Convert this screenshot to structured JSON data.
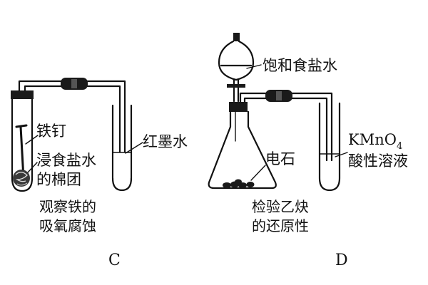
{
  "setup_c": {
    "nail_label": "铁钉",
    "cotton_label_line1": "浸食盐水",
    "cotton_label_line2": "的棉团",
    "ink_label": "红墨水",
    "caption_line1": "观察铁的",
    "caption_line2": "吸氧腐蚀",
    "letter": "C"
  },
  "setup_d": {
    "funnel_label": "饱和食盐水",
    "carbide_label": "电石",
    "reagent_formula": "KMnO",
    "reagent_subscript": "4",
    "reagent_line2": "酸性溶液",
    "caption_line1": "检验乙炔",
    "caption_line2": "的还原性",
    "letter": "D"
  }
}
